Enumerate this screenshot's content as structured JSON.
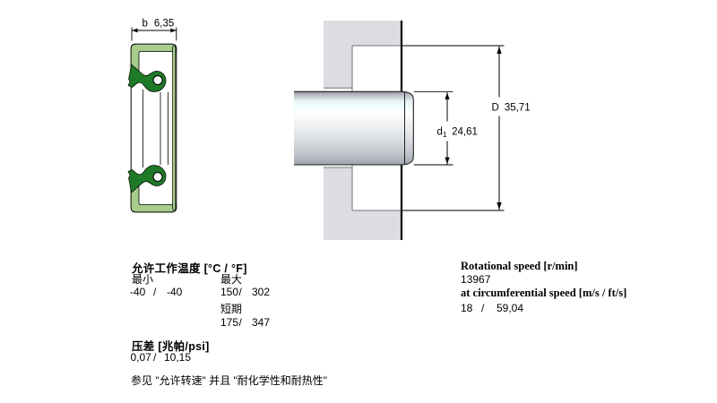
{
  "colors": {
    "case_green": "#A7CC8C",
    "lip_green": "#1E7A26",
    "housing_gray": "#DDDCE3",
    "edge_gray": "#73737d"
  },
  "seal_diagram": {
    "width_symbol": "b",
    "width_value": "6,35"
  },
  "mount_diagram": {
    "bore_symbol": "D",
    "bore_value": "35,71",
    "shaft_symbol": "d",
    "shaft_subscript": "1",
    "shaft_value": "24,61"
  },
  "temperature": {
    "title": "允许工作温度 [°C / °F]",
    "min_label": "最小",
    "max_label": "最大",
    "slash": "/",
    "min_c": "-40",
    "min_f": "-40",
    "max_c": "150",
    "max_f": "302",
    "short_term_label": "短期",
    "short_term_c": "175",
    "short_term_f": "347"
  },
  "pressure": {
    "title": "压差 [兆帕/psi]",
    "slash": "/",
    "mpa": "0,07",
    "psi": "10,15"
  },
  "footnote": "参见 \"允许转速\" 并且 \"耐化学性和耐热性\"",
  "speed": {
    "rotational_title": "Rotational speed [r/min]",
    "rotational_value": "13967",
    "circumferential_title": "at circumferential speed [m/s / ft/s]",
    "slash": "/",
    "value_ms": "18",
    "value_fts": "59,04"
  }
}
